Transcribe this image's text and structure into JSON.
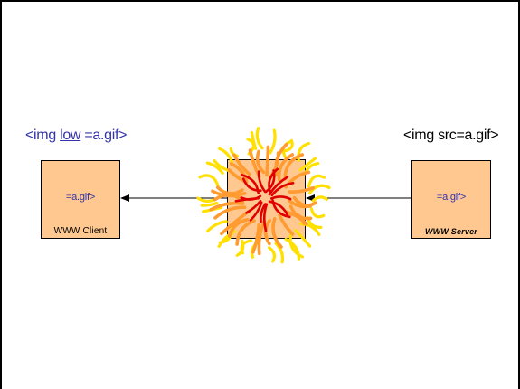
{
  "labels": {
    "client_tag_prefix": "<img ",
    "client_tag_attr": "low",
    "client_tag_suffix": " =a.gif>",
    "server_tag": "<img src=a.gif>"
  },
  "nodes": {
    "client": {
      "inner": "=a.gif>",
      "caption": "WWW Client"
    },
    "server": {
      "inner": "=a.gif>",
      "caption": "WWW Server"
    }
  },
  "colors": {
    "box_fill": "#ffc890",
    "client_text": "#3333aa",
    "server_tag_text": "#000000",
    "burst_red": "#e00000",
    "burst_orange": "#ff9b30",
    "burst_yellow": "#ffe000"
  },
  "icons": {
    "burst": "firework-burst-icon"
  }
}
